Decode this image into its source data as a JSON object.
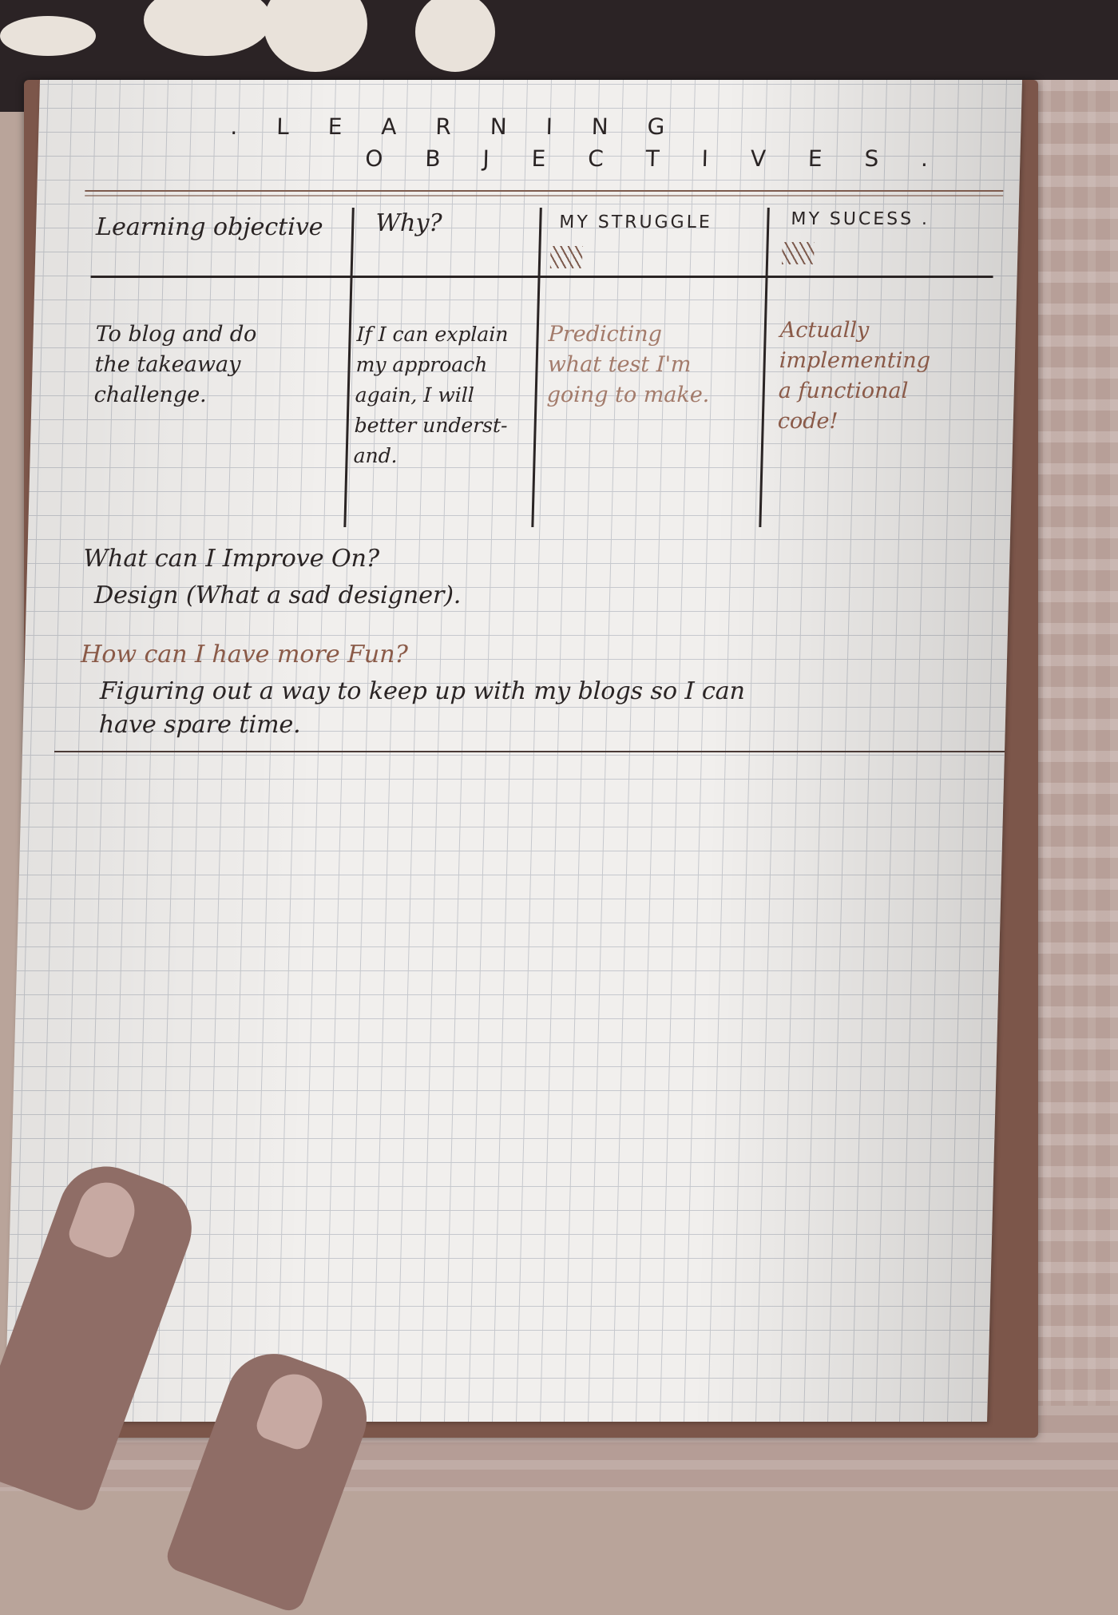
{
  "title": {
    "line1": ". L E A R N I N G",
    "line2": "O B J E C T I V E S ."
  },
  "table": {
    "headers": [
      "Learning objective",
      "Why?",
      "MY STRUGGLE",
      "MY SUCESS ."
    ],
    "rows": [
      {
        "objective": "To blog and do\nthe takeaway\nchallenge.",
        "why": "If I can explain\nmy approach\nagain, I will\nbetter underst-\nand.",
        "struggle": "Predicting\nwhat test I'm\ngoing to make.",
        "success": "Actually\nimplementing\na functional\ncode!"
      }
    ]
  },
  "improve": {
    "question": "What can I Improve On?",
    "answer": "Design (What a sad designer)."
  },
  "fun": {
    "question": "How can I have more Fun?",
    "answer": "Figuring out a way to keep up with my blogs so I can\nhave spare time."
  },
  "colors": {
    "ink": "#2a2424",
    "brown_ink": "#8a5a48",
    "light_brown_ink": "#a37b6b",
    "paper": "#f1efed",
    "grid": "#c6c8cd"
  }
}
